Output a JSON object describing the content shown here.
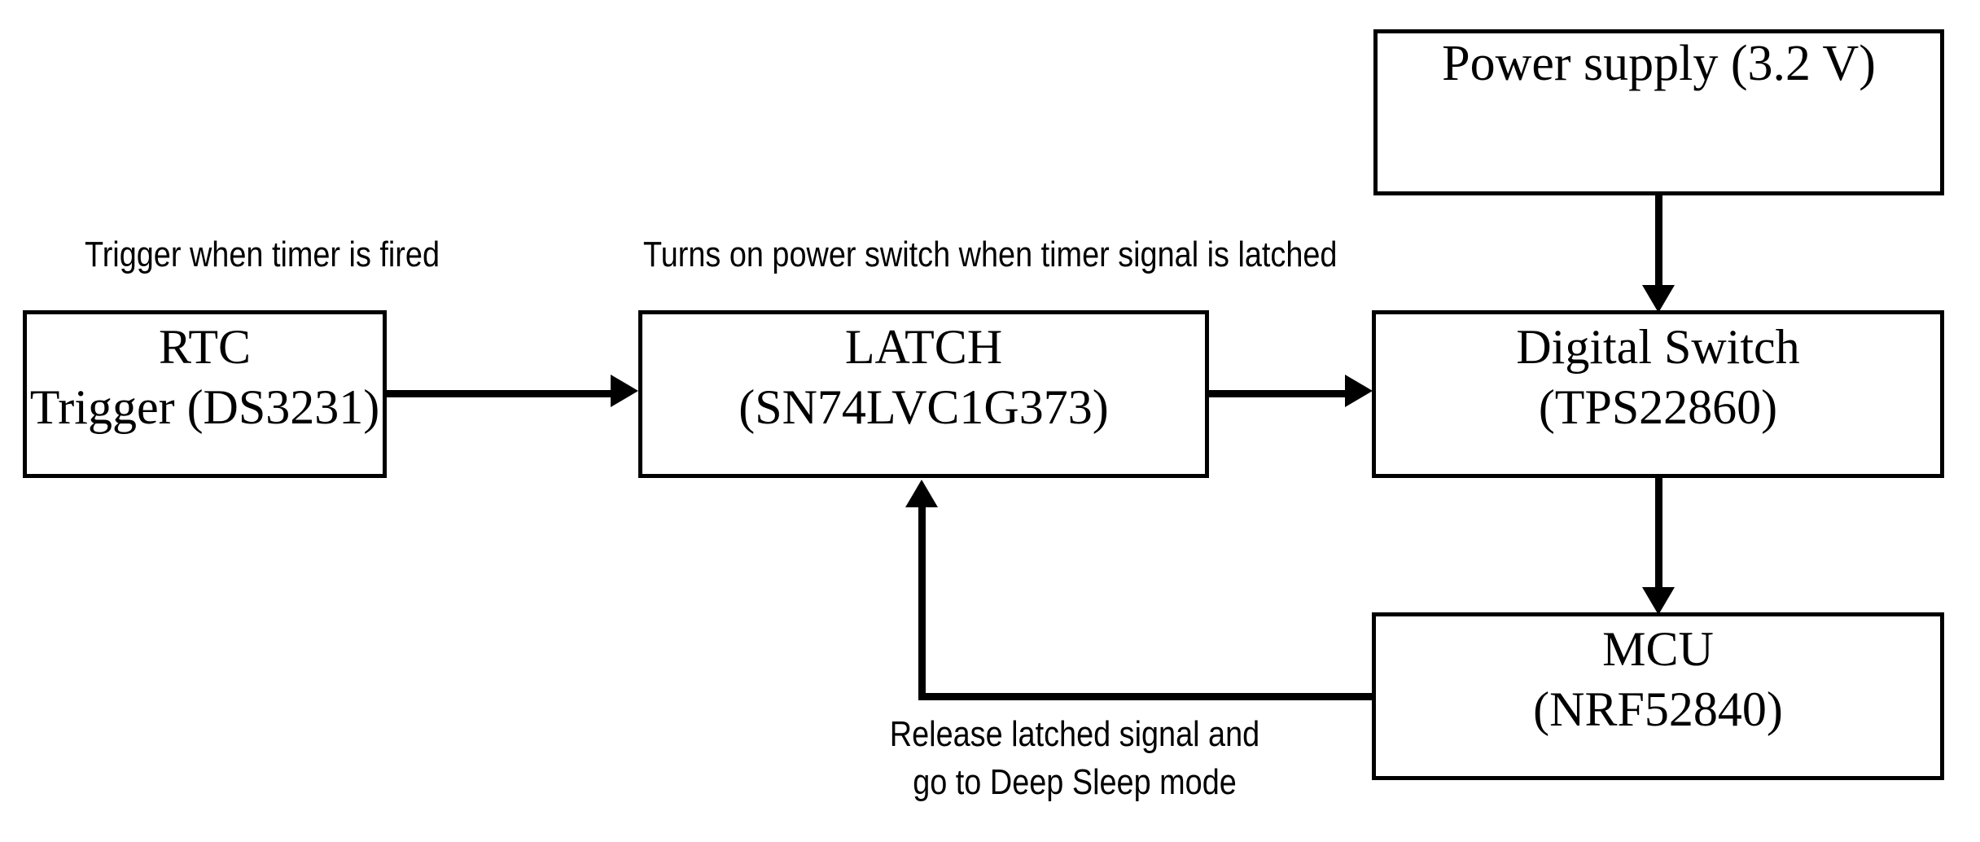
{
  "diagram": {
    "title": "RTC-triggered latched power switch block diagram",
    "colors": {
      "stroke": "#000000",
      "fill": "#ffffff",
      "text": "#000000"
    },
    "blocks": {
      "power_supply": {
        "lines": [
          "Power supply (3.2 V)"
        ]
      },
      "rtc": {
        "lines": [
          "RTC",
          "Trigger (DS3231)"
        ]
      },
      "latch": {
        "lines": [
          "LATCH",
          "(SN74LVC1G373)"
        ]
      },
      "digital_switch": {
        "lines": [
          "Digital  Switch",
          "(TPS22860)"
        ]
      },
      "mcu": {
        "lines": [
          "MCU",
          "(NRF52840)"
        ]
      }
    },
    "captions": {
      "rtc_to_latch": "Trigger when timer is fired",
      "latch_to_switch": "Turns on power switch when timer signal is latched",
      "mcu_to_latch_line1": "Release latched signal and",
      "mcu_to_latch_line2": "go to Deep Sleep mode"
    },
    "connections": [
      {
        "name": "rtc-to-latch",
        "from": "RTC Trigger (DS3231)",
        "to": "LATCH (SN74LVC1G373)",
        "label": "Trigger when timer is fired",
        "direction": "right"
      },
      {
        "name": "latch-to-digital-switch",
        "from": "LATCH (SN74LVC1G373)",
        "to": "Digital Switch (TPS22860)",
        "label": "Turns on power switch when timer signal is latched",
        "direction": "right"
      },
      {
        "name": "power-supply-to-digital-switch",
        "from": "Power supply (3.2 V)",
        "to": "Digital Switch (TPS22860)",
        "label": "",
        "direction": "down"
      },
      {
        "name": "digital-switch-to-mcu",
        "from": "Digital Switch (TPS22860)",
        "to": "MCU (NRF52840)",
        "label": "",
        "direction": "down"
      },
      {
        "name": "mcu-to-latch",
        "from": "MCU (NRF52840)",
        "to": "LATCH (SN74LVC1G373)",
        "label": "Release latched signal and go to Deep Sleep mode",
        "direction": "up"
      }
    ]
  }
}
